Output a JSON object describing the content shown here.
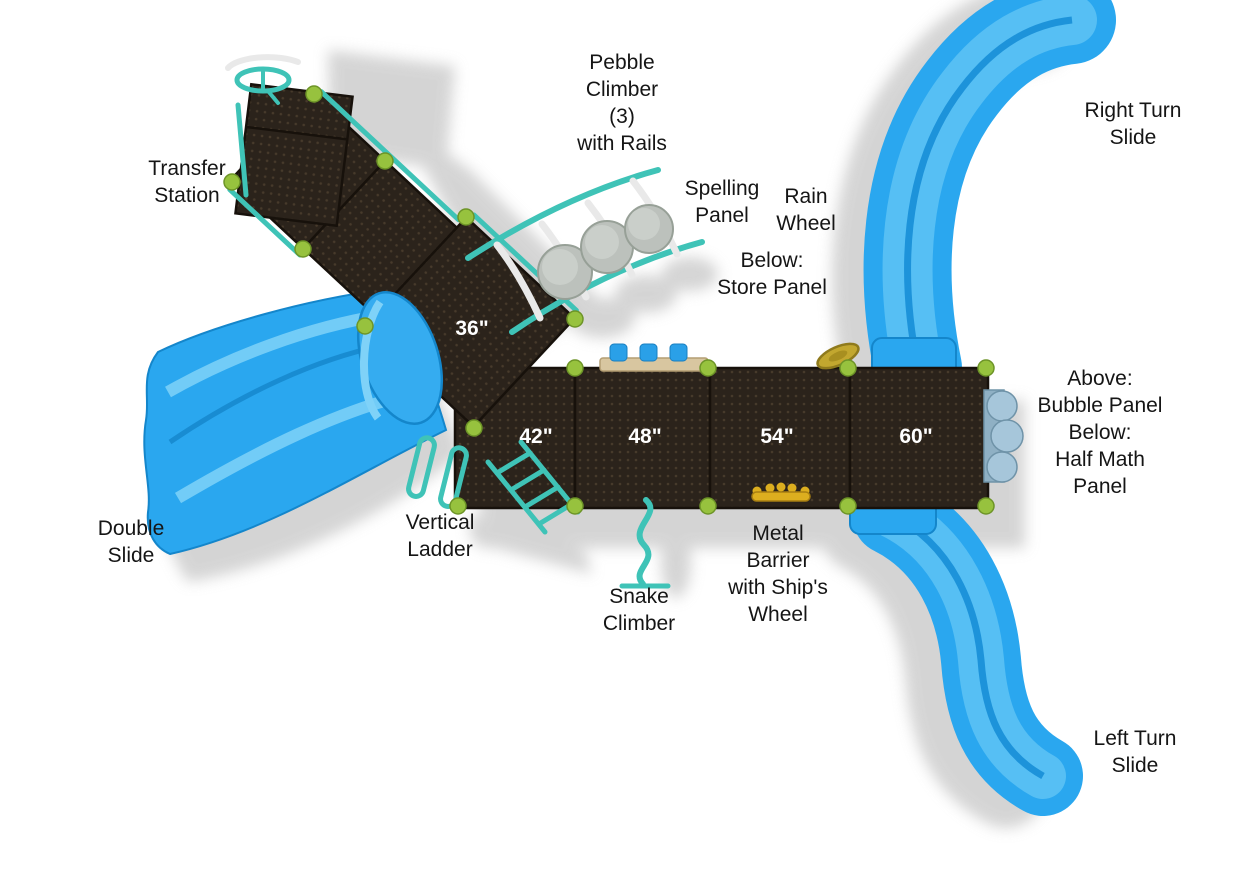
{
  "diagram": {
    "labels": {
      "pebble_climber": "Pebble\nClimber\n(3)\nwith Rails",
      "right_turn_slide": "Right Turn\nSlide",
      "transfer_station": "Transfer\nStation",
      "spelling_panel": "Spelling\nPanel",
      "rain_wheel": "Rain\nWheel",
      "store_panel": "Below:\nStore Panel",
      "bubble_math_panel": "Above:\nBubble Panel\nBelow:\nHalf Math\nPanel",
      "double_slide": "Double\nSlide",
      "vertical_ladder": "Vertical\nLadder",
      "metal_barrier": "Metal\nBarrier\nwith Ship's\nWheel",
      "snake_climber": "Snake\nClimber",
      "left_turn_slide": "Left Turn\nSlide"
    },
    "deck_heights": {
      "deck_36": "36\"",
      "deck_42": "42\"",
      "deck_48": "48\"",
      "deck_54": "54\"",
      "deck_60": "60\""
    },
    "colors": {
      "slide_blue": "#2AA7EF",
      "slide_blue_light": "#56BFF4",
      "slide_blue_dark": "#1486CB",
      "deck_brown": "#2B231B",
      "rail_teal": "#3FC3B7",
      "connector_green": "#97C23E",
      "pebble_gray": "#BCC1BC",
      "wheel_yellow": "#DCAE1F",
      "panel_tan": "#D8C6A0",
      "bubble_panel_blue": "#A6C6DA",
      "shadow_gray": "#C9C9C9"
    }
  }
}
